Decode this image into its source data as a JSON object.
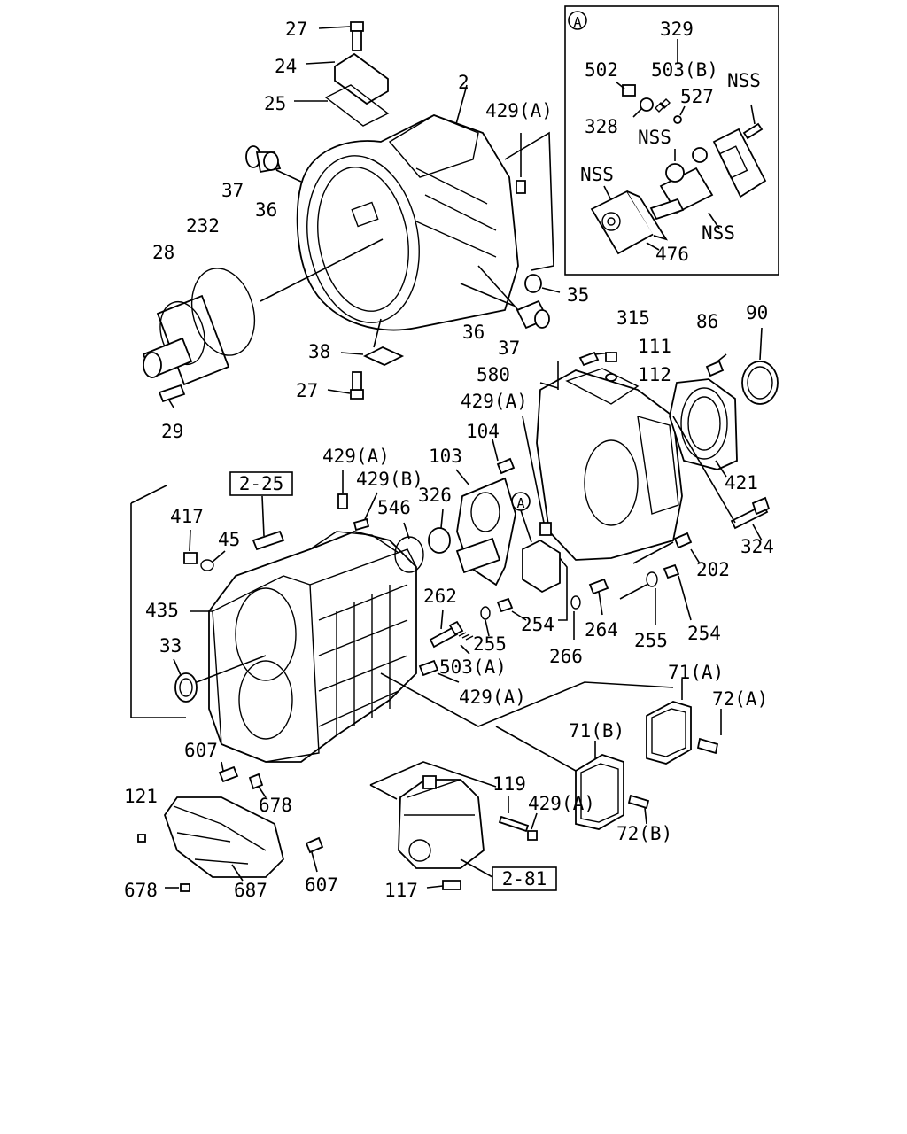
{
  "labels": [
    {
      "id": "p27a",
      "text": "27"
    },
    {
      "id": "p24",
      "text": "24"
    },
    {
      "id": "p25",
      "text": "25"
    },
    {
      "id": "p2",
      "text": "2"
    },
    {
      "id": "p429a1",
      "text": "429(A)"
    },
    {
      "id": "p37a",
      "text": "37"
    },
    {
      "id": "p36a",
      "text": "36"
    },
    {
      "id": "p232",
      "text": "232"
    },
    {
      "id": "p28",
      "text": "28"
    },
    {
      "id": "p35",
      "text": "35"
    },
    {
      "id": "p36b",
      "text": "36"
    },
    {
      "id": "p37b",
      "text": "37"
    },
    {
      "id": "p38",
      "text": "38"
    },
    {
      "id": "p27b",
      "text": "27"
    },
    {
      "id": "p29",
      "text": "29"
    },
    {
      "id": "p315",
      "text": "315"
    },
    {
      "id": "p86",
      "text": "86"
    },
    {
      "id": "p90",
      "text": "90"
    },
    {
      "id": "p111",
      "text": "111"
    },
    {
      "id": "p112",
      "text": "112"
    },
    {
      "id": "p580",
      "text": "580"
    },
    {
      "id": "p429a2",
      "text": "429(A)"
    },
    {
      "id": "p104",
      "text": "104"
    },
    {
      "id": "p429a3",
      "text": "429(A)"
    },
    {
      "id": "p103",
      "text": "103"
    },
    {
      "id": "p429b",
      "text": "429(B)"
    },
    {
      "id": "p326",
      "text": "326"
    },
    {
      "id": "p546",
      "text": "546"
    },
    {
      "id": "p417",
      "text": "417"
    },
    {
      "id": "p45",
      "text": "45"
    },
    {
      "id": "p421",
      "text": "421"
    },
    {
      "id": "p324",
      "text": "324"
    },
    {
      "id": "p202",
      "text": "202"
    },
    {
      "id": "p435",
      "text": "435"
    },
    {
      "id": "p262",
      "text": "262"
    },
    {
      "id": "p254a",
      "text": "254"
    },
    {
      "id": "p264",
      "text": "264"
    },
    {
      "id": "p255a",
      "text": "255"
    },
    {
      "id": "p254b",
      "text": "254"
    },
    {
      "id": "p33",
      "text": "33"
    },
    {
      "id": "p503a",
      "text": "503(A)"
    },
    {
      "id": "p266",
      "text": "266"
    },
    {
      "id": "p255b",
      "text": "255"
    },
    {
      "id": "p429a4",
      "text": "429(A)"
    },
    {
      "id": "p71a",
      "text": "71(A)"
    },
    {
      "id": "p72a",
      "text": "72(A)"
    },
    {
      "id": "p71b",
      "text": "71(B)"
    },
    {
      "id": "p607a",
      "text": "607"
    },
    {
      "id": "p119",
      "text": "119"
    },
    {
      "id": "p121",
      "text": "121"
    },
    {
      "id": "p678a",
      "text": "678"
    },
    {
      "id": "p429a5",
      "text": "429(A)"
    },
    {
      "id": "p72b",
      "text": "72(B)"
    },
    {
      "id": "p607b",
      "text": "607"
    },
    {
      "id": "p678b",
      "text": "678"
    },
    {
      "id": "p687",
      "text": "687"
    },
    {
      "id": "p117",
      "text": "117"
    }
  ],
  "refs": {
    "r225": "2-25",
    "r281": "2-81"
  },
  "inset": {
    "marker": "A",
    "items": [
      {
        "id": "i329",
        "text": "329"
      },
      {
        "id": "i502",
        "text": "502"
      },
      {
        "id": "i503b",
        "text": "503(B)"
      },
      {
        "id": "i527",
        "text": "527"
      },
      {
        "id": "i328",
        "text": "328"
      },
      {
        "id": "inss1",
        "text": "NSS"
      },
      {
        "id": "inss2",
        "text": "NSS"
      },
      {
        "id": "inss3",
        "text": "NSS"
      },
      {
        "id": "inss4",
        "text": "NSS"
      },
      {
        "id": "i476",
        "text": "476"
      }
    ]
  },
  "callout_marker": "A"
}
